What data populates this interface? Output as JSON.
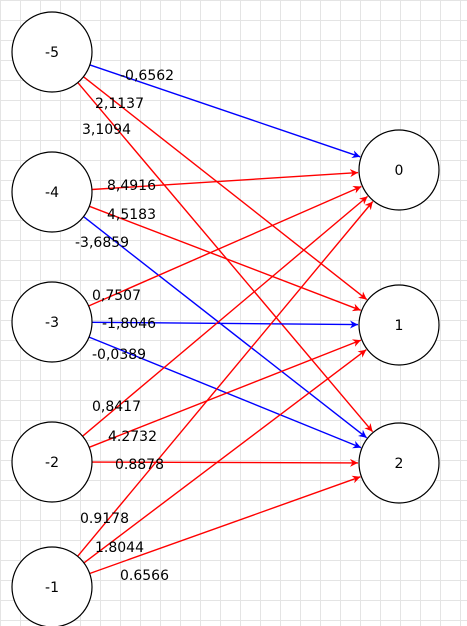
{
  "colors": {
    "positive": "#ff0000",
    "negative": "#0000ff",
    "node_fill": "#ffffff",
    "node_stroke": "#000000",
    "text": "#000000"
  },
  "input_nodes": [
    {
      "id": "i-5",
      "label": "-5"
    },
    {
      "id": "i-4",
      "label": "-4"
    },
    {
      "id": "i-3",
      "label": "-3"
    },
    {
      "id": "i-2",
      "label": "-2"
    },
    {
      "id": "i-1",
      "label": "-1"
    }
  ],
  "output_nodes": [
    {
      "id": "o0",
      "label": "0"
    },
    {
      "id": "o1",
      "label": "1"
    },
    {
      "id": "o2",
      "label": "2"
    }
  ],
  "edges": [
    {
      "from": "i-5",
      "to": "o0",
      "weight": "-0,6562",
      "sign": "negative"
    },
    {
      "from": "i-5",
      "to": "o1",
      "weight": "2,1137",
      "sign": "positive"
    },
    {
      "from": "i-5",
      "to": "o2",
      "weight": "3,1094",
      "sign": "positive"
    },
    {
      "from": "i-4",
      "to": "o0",
      "weight": "8,4916",
      "sign": "positive"
    },
    {
      "from": "i-4",
      "to": "o1",
      "weight": "4,5183",
      "sign": "positive"
    },
    {
      "from": "i-4",
      "to": "o2",
      "weight": "-3,6859",
      "sign": "negative"
    },
    {
      "from": "i-3",
      "to": "o0",
      "weight": "0,7507",
      "sign": "positive"
    },
    {
      "from": "i-3",
      "to": "o1",
      "weight": "-1,8046",
      "sign": "negative"
    },
    {
      "from": "i-3",
      "to": "o2",
      "weight": "-0,0389",
      "sign": "negative"
    },
    {
      "from": "i-2",
      "to": "o0",
      "weight": "0,8417",
      "sign": "positive"
    },
    {
      "from": "i-2",
      "to": "o1",
      "weight": "4.2732",
      "sign": "positive"
    },
    {
      "from": "i-2",
      "to": "o2",
      "weight": "0.8878",
      "sign": "positive"
    },
    {
      "from": "i-1",
      "to": "o0",
      "weight": "0.9178",
      "sign": "positive"
    },
    {
      "from": "i-1",
      "to": "o1",
      "weight": "1.8044",
      "sign": "positive"
    },
    {
      "from": "i-1",
      "to": "o2",
      "weight": "0.6566",
      "sign": "positive"
    }
  ]
}
